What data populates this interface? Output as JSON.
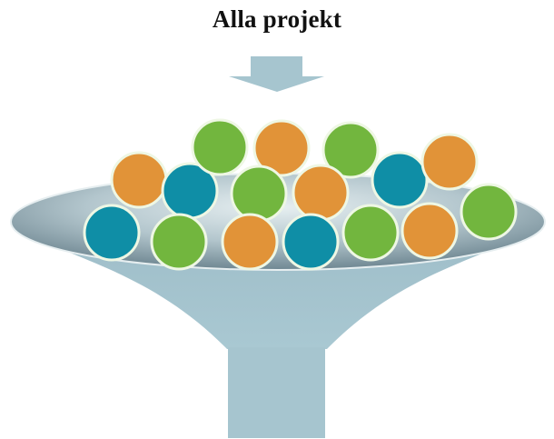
{
  "title": "Alla projekt",
  "colors": {
    "funnel": "#a6c5cf",
    "funnel_shadow": "#8aa9b4",
    "rim_light": "#e3ebee",
    "rim_dark": "#6e8590",
    "arrow": "#a6c5cf",
    "ball_outline": "#eef7e4",
    "orange": "#e19338",
    "green": "#72b63e",
    "teal": "#0f8ea6"
  },
  "balls": [
    {
      "color": "orange"
    },
    {
      "color": "teal"
    },
    {
      "color": "green"
    },
    {
      "color": "orange"
    },
    {
      "color": "green"
    },
    {
      "color": "teal"
    },
    {
      "color": "orange"
    },
    {
      "color": "green"
    },
    {
      "color": "green"
    },
    {
      "color": "orange"
    },
    {
      "color": "teal"
    },
    {
      "color": "green"
    },
    {
      "color": "orange"
    },
    {
      "color": "teal"
    },
    {
      "color": "green"
    },
    {
      "color": "orange"
    },
    {
      "color": "green"
    }
  ]
}
